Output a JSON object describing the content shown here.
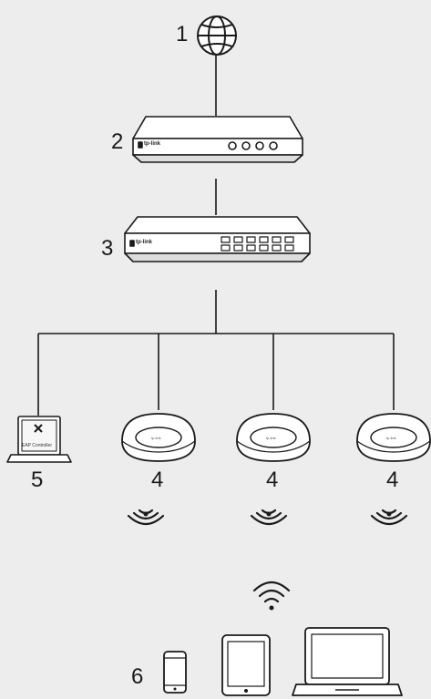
{
  "labels": {
    "internet": "1",
    "router": "2",
    "switch": "3",
    "ap_left": "4",
    "ap_middle": "4",
    "ap_right": "4",
    "controller_laptop": "5",
    "clients": "6"
  },
  "router_brand": "tp-link",
  "switch_brand": "tp-link",
  "controller_screen_text": "EAP Controller",
  "ap_brand": "tp-link",
  "colors": {
    "background": "#ededed",
    "stroke": "#1a1a1a",
    "device_fill": "#ffffff"
  }
}
